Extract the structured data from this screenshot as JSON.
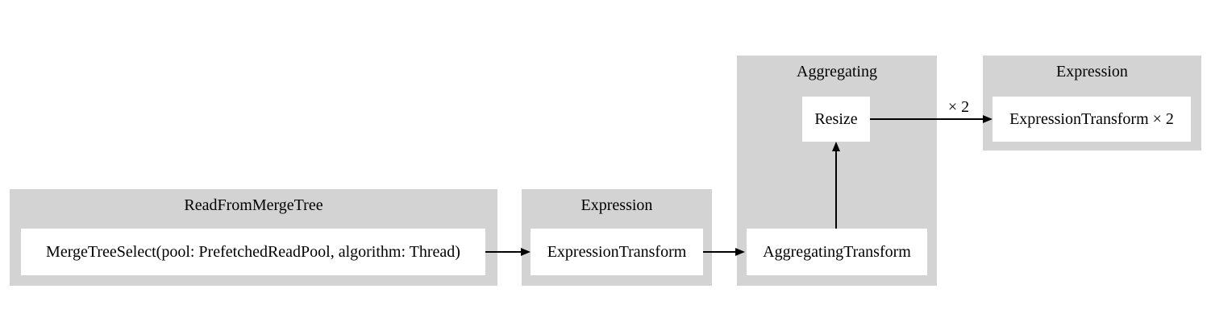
{
  "diagram": {
    "type": "pipeline-graph",
    "colors": {
      "background": "#ffffff",
      "cluster_fill": "#d3d3d3",
      "node_fill": "#ffffff",
      "text": "#000000",
      "edge": "#000000"
    },
    "clusters": [
      {
        "title": "ReadFromMergeTree",
        "nodes": [
          "MergeTreeSelect(pool: PrefetchedReadPool, algorithm: Thread)"
        ]
      },
      {
        "title": "Expression",
        "nodes": [
          "ExpressionTransform"
        ]
      },
      {
        "title": "Aggregating",
        "nodes": [
          "Resize",
          "AggregatingTransform"
        ]
      },
      {
        "title": "Expression",
        "nodes": [
          "ExpressionTransform × 2"
        ]
      }
    ],
    "edges": [
      {
        "from": "MergeTreeSelect(pool: PrefetchedReadPool, algorithm: Thread)",
        "to": "ExpressionTransform",
        "label": ""
      },
      {
        "from": "ExpressionTransform",
        "to": "AggregatingTransform",
        "label": ""
      },
      {
        "from": "AggregatingTransform",
        "to": "Resize",
        "label": ""
      },
      {
        "from": "Resize",
        "to": "ExpressionTransform × 2",
        "label": "× 2"
      }
    ]
  }
}
